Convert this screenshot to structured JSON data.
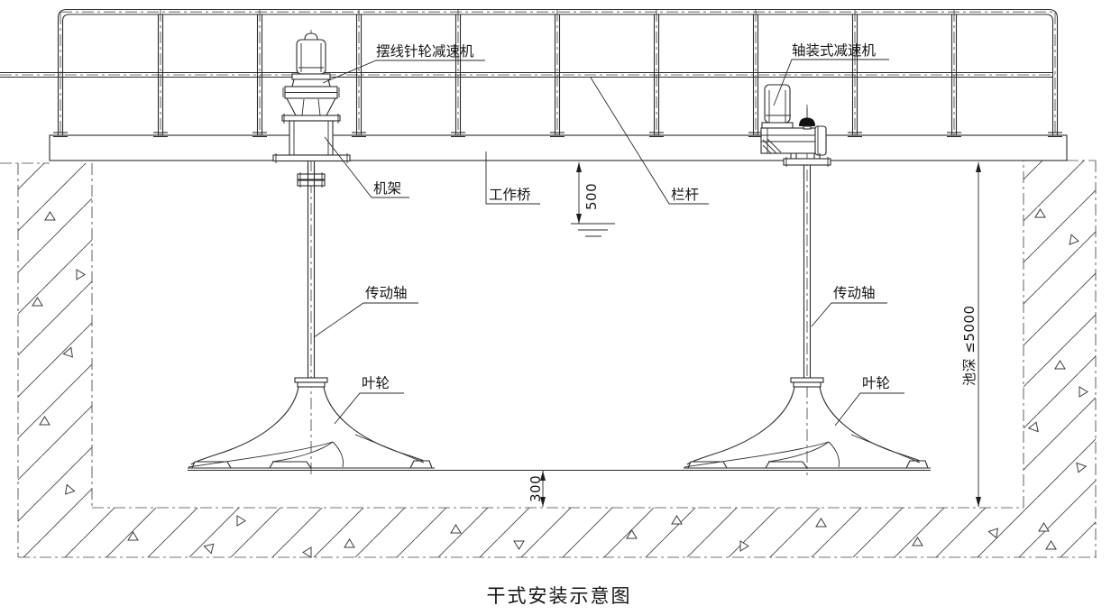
{
  "drawing": {
    "title": "干式安装示意图",
    "labels": {
      "reducer_left": "摆线针轮减速机",
      "reducer_right": "轴装式减速机",
      "frame": "机架",
      "bridge": "工作桥",
      "railing": "栏杆",
      "shaft_left": "传动轴",
      "shaft_right": "传动轴",
      "impeller_left": "叶轮",
      "impeller_right": "叶轮"
    },
    "dimensions": {
      "bridge_to_water": "500",
      "impeller_to_floor": "300",
      "pool_depth": "池深 ≤5000"
    },
    "colors": {
      "line": "#2b2b2b",
      "background": "#ffffff",
      "breather_cap": "#111111"
    }
  }
}
